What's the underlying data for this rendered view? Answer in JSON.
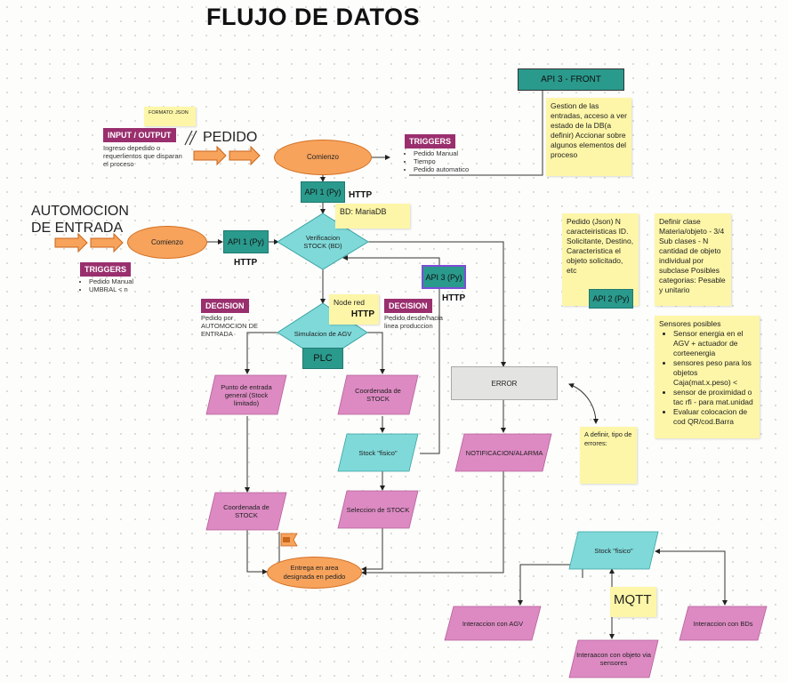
{
  "title": "FLUJO DE DATOS",
  "top_left": {
    "format_note": "FORMATO: JSON",
    "io_tag": "INPUT / OUTPUT",
    "io_desc": "Ingreso depedido o requerlientos que disparan el proceso",
    "pedido_label": "PEDIDO"
  },
  "triggers_top": {
    "tag": "TRIGGERS",
    "items": [
      "Pedido Manual",
      "Tiempo",
      "Pedido automatico"
    ]
  },
  "api3_front": {
    "label": "API 3 - FRONT",
    "note": "Gestion de las entradas, acceso a ver estado de la DB(a definir) Accionar sobre algunos elementos del proceso"
  },
  "comienzo_top": "Comienzo",
  "api1_top": "API 1 (Py)",
  "http_label": "HTTP",
  "bd_note": "BD: MariaDB",
  "automocion": {
    "label": "AUTOMOCION DE ENTRADA",
    "comienzo": "Comienzo",
    "api1": "API 1 (Py)",
    "tag": "TRIGGERS",
    "items": [
      "Pedido Manual",
      "UMBRAL < n"
    ]
  },
  "verificacion": "Verificacion STOCK (BD)",
  "api3_py": "API 3 (Py)",
  "node_red_note": "Node red",
  "decision_left": {
    "tag": "DECISION",
    "desc": "Pedido por AUTOMOCION DE ENTRADA"
  },
  "decision_right": {
    "tag": "DECISION",
    "desc": "Pedido desde/hacia linea produccion"
  },
  "simulacion": "Simulacion de AGV",
  "plc": "PLC",
  "punto_entrada": "Punto de entrada general (Stock limitado)",
  "coordenada_stock_right": "Coordenada de STOCK",
  "coordenada_stock_left": "Coordenada de STOCK",
  "stock_fisico": "Stock \"fisico\"",
  "seleccion_stock": "Seleccion de STOCK",
  "entrega": "Entrega en area designada en pedido",
  "error": "ERROR",
  "notificacion": "NOTIFICACION/ALARMA",
  "error_note": "A definir, tipo de errores:",
  "pedido_note": "Pedido (Json)  N caracteiristicas ID. Solicitante, Destino, Caracteristica el objeto solicitado, etc",
  "api2": "API 2 (Py)",
  "clase_note": "Definir clase Materia/objeto  - 3/4 Sub clases  - N cantidad de objeto individual por subclase Posibles categorias: Pesable y unitario",
  "sensores_note": {
    "title": "Sensores posibles",
    "items": [
      "Sensor energia en el AGV + actuador de corteenergia",
      "sensores peso para los objetos Caja(mat.x.peso) <",
      "sensor de proximidad o tac rfi - para mat.unidad",
      "Evaluar colocacion de cod QR/cod.Barra"
    ]
  },
  "bottom": {
    "stock_fisico": "Stock \"fisico\"",
    "mqtt": "MQTT",
    "agv": "Interaccion con AGV",
    "bds": "Interaccion con BDs",
    "sensores": "Interaacon con objeto via sensores"
  },
  "colors": {
    "teal": "#2a9a8d",
    "cyan": "#7fd9d9",
    "orange": "#f7a35c",
    "pink": "#dd8ac3",
    "note": "#fdf6a8",
    "tag": "#9a2f6e"
  }
}
